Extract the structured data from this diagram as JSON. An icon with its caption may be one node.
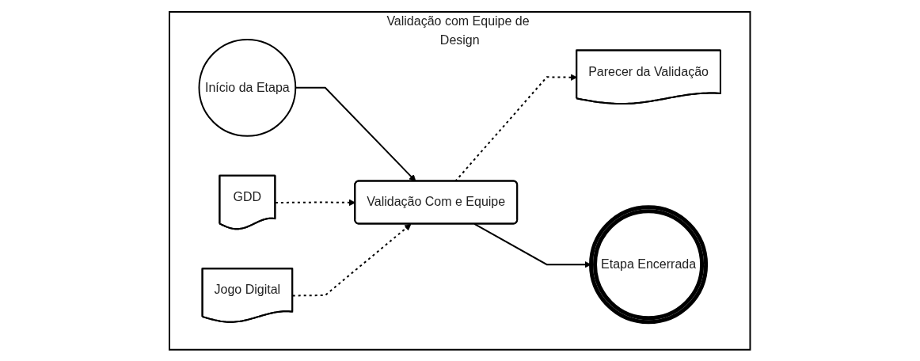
{
  "diagram": {
    "nodes": [
      {
        "text": [
          "Validação com Equipe de Design"
        ]
      },
      {
        "text": [
          "GDD"
        ],
        "in": 0
      },
      {
        "text": [
          "Jogo Digital"
        ],
        "in": 0
      },
      {
        "text": [
          "Parecer da Validação"
        ],
        "in": 0
      },
      {
        "text": [
          "Início da Etapa"
        ],
        "in": 0
      },
      {
        "text": [
          "Validação Com e Equipe"
        ],
        "in": 0
      },
      {
        "text": [
          "Etapa Encerrada"
        ],
        "in": 0
      }
    ],
    "edges": [
      {
        "from": 4,
        "to": 5,
        "arrow": "to"
      },
      {
        "from": 1,
        "to": 5,
        "arrow": "to",
        "style": "dashed"
      },
      {
        "from": 2,
        "to": 5,
        "arrow": "to",
        "style": "dashed"
      },
      {
        "from": 5,
        "to": 3,
        "arrow": "to",
        "style": "dashed"
      },
      {
        "from": 5,
        "to": 6,
        "arrow": "to"
      }
    ]
  }
}
